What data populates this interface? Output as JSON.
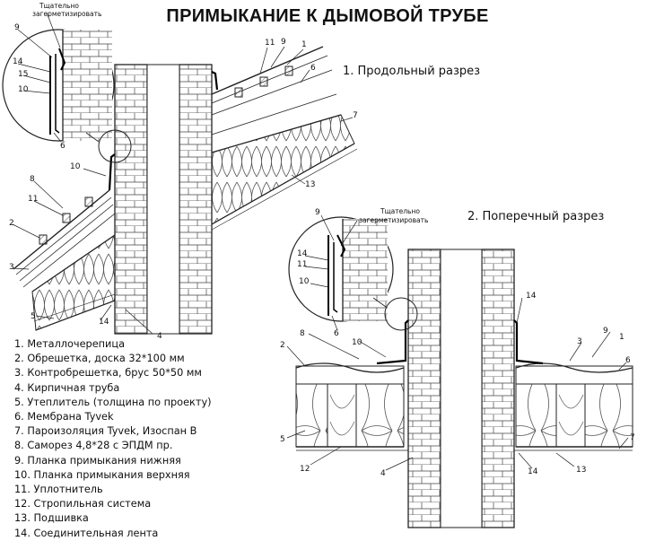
{
  "title": "ПРИМЫКАНИЕ К ДЫМОВОЙ ТРУБЕ",
  "section1_label": "1. Продольный разрез",
  "section2_label": "2. Поперечный разрез",
  "seal_note_line1": "Тщательно",
  "seal_note_line2": "загерметизировать",
  "legend": [
    "1. Металлочерепица",
    "2. Обрешетка, доска 32*100 мм",
    "3. Контробрешетка, брус 50*50 мм",
    "4. Кирпичная труба",
    "5. Утеплитель (толщина по проекту)",
    "6. Мембрана Tyvek",
    "7. Пароизоляция Tyvek, Изоспан В",
    "8. Саморез 4,8*28 с ЭПДМ пр.",
    "9. Планка примыкания нижняя",
    "10. Планка примыкания верхняя",
    "11. Уплотнитель",
    "12. Стропильная система",
    "13. Подшивка",
    "14. Соединительная лента"
  ],
  "callouts_section1": [
    "9",
    "14",
    "15",
    "10",
    "6",
    "11",
    "9",
    "1",
    "6",
    "7",
    "10",
    "13",
    "8",
    "11",
    "2",
    "3",
    "5",
    "14",
    "4"
  ],
  "callouts_section2": [
    "9",
    "14",
    "11",
    "10",
    "6",
    "14",
    "8",
    "10",
    "3",
    "9",
    "1",
    "2",
    "6",
    "5",
    "7",
    "12",
    "4",
    "14",
    "13"
  ]
}
